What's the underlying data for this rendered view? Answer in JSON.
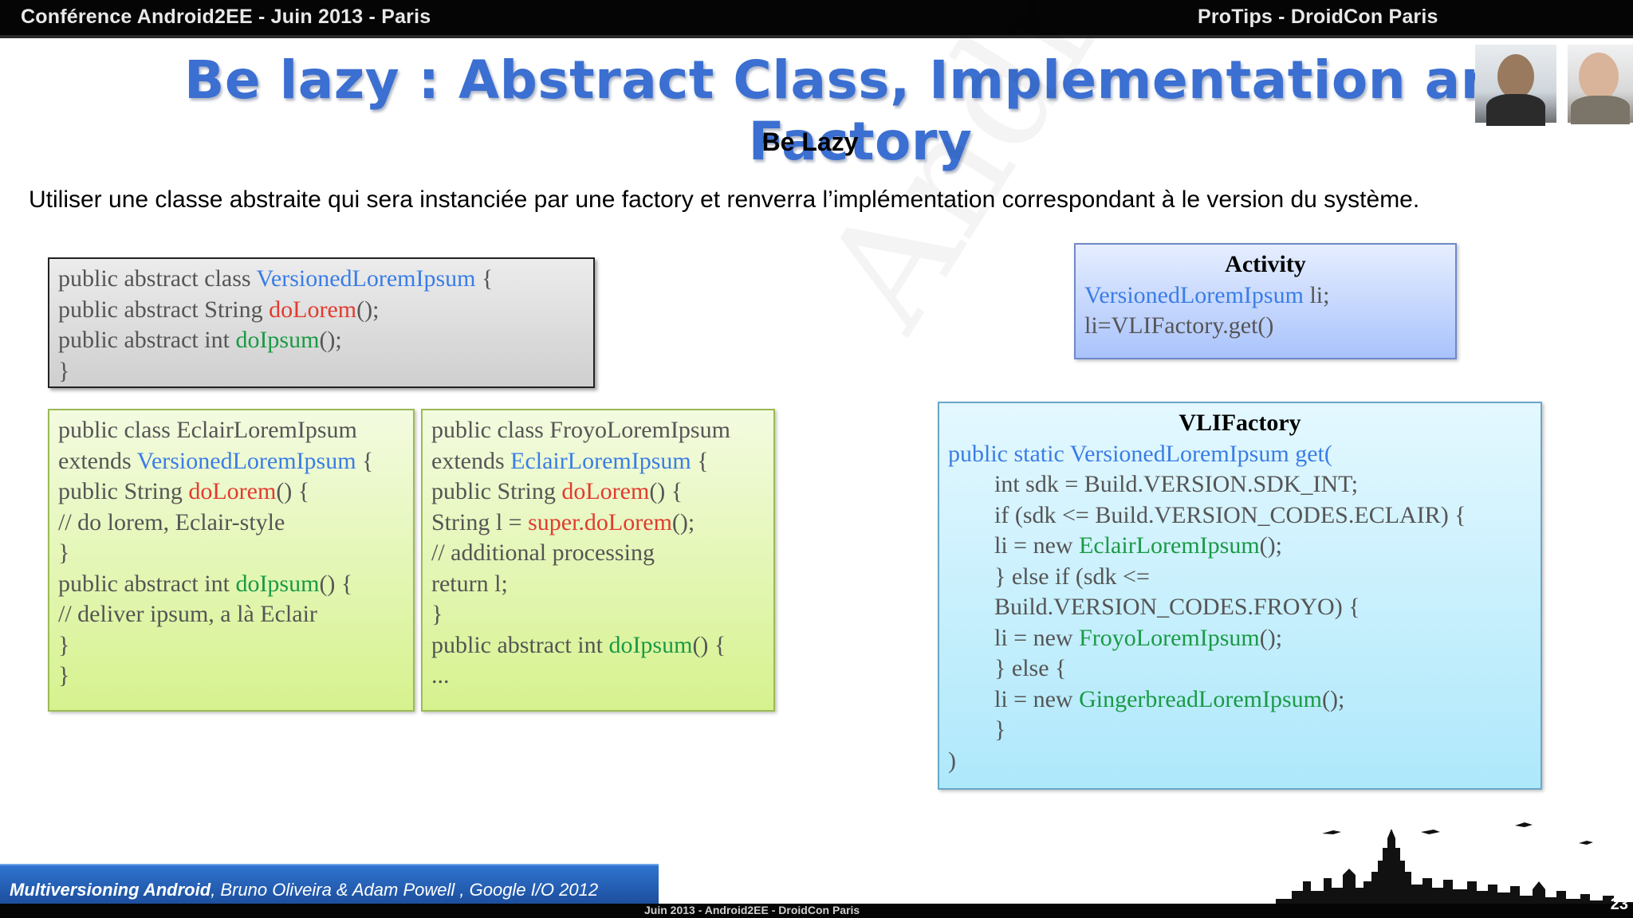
{
  "header": {
    "left_text": "Conférence Android2EE -  Juin 2013 - Paris",
    "right_text": "ProTips - DroidCon Paris"
  },
  "slide": {
    "title": "Be lazy : Abstract Class, Implementation and Factory",
    "subtitle": "Be Lazy",
    "description": "Utiliser une classe abstraite qui sera instanciée par une factory et renverra l’implémentation correspondant à le version du système."
  },
  "boxes": {
    "abstract": {
      "l1a": "public abstract class ",
      "l1b": "VersionedLoremIpsum",
      "l1c": " {",
      "l2a": "public abstract String ",
      "l2b": "doLorem",
      "l2c": "();",
      "l3a": "public abstract int ",
      "l3b": "doIpsum",
      "l3c": "();",
      "l4": "}"
    },
    "eclair": {
      "l1": "public class EclairLoremIpsum",
      "l2a": "extends ",
      "l2b": "VersionedLoremIpsum",
      "l2c": " {",
      "l3a": "public String ",
      "l3b": "doLorem",
      "l3c": "() {",
      "l4": "// do lorem, Eclair-style",
      "l5": "}",
      "l6a": "public abstract int ",
      "l6b": "doIpsum",
      "l6c": "() {",
      "l7": "// deliver ipsum, a là Eclair",
      "l8": "}",
      "l9": "}"
    },
    "froyo": {
      "l1": "public class FroyoLoremIpsum",
      "l2a": "extends ",
      "l2b": "EclairLoremIpsum",
      "l2c": " {",
      "l3a": "public String ",
      "l3b": "doLorem",
      "l3c": "() {",
      "l4a": "String l = ",
      "l4b": "super.doLorem",
      "l4c": "();",
      "l5": "// additional processing",
      "l6": "return l;",
      "l7": "}",
      "l8a": "public abstract int ",
      "l8b": "doIpsum",
      "l8c": "() {",
      "l9": "..."
    },
    "activity": {
      "heading": "Activity",
      "l1a": "VersionedLoremIpsum",
      "l1b": " li;",
      "l2": "li=VLIFactory.get()"
    },
    "factory": {
      "heading": "VLIFactory",
      "l1": "public static VersionedLoremIpsum get(",
      "l2": "int sdk = Build.VERSION.SDK_INT;",
      "l3": "if (sdk <= Build.VERSION_CODES.ECLAIR) {",
      "l4a": "li = new ",
      "l4b": "EclairLoremIpsum",
      "l4c": "();",
      "l5": "} else if (sdk <=",
      "l6": "Build.VERSION_CODES.FROYO) {",
      "l7a": "li = new ",
      "l7b": "FroyoLoremIpsum",
      "l7c": "();",
      "l8": "} else {",
      "l9a": "li = new ",
      "l9b": "GingerbreadLoremIpsum",
      "l9c": "();",
      "l10": "}",
      "l11": ")"
    }
  },
  "watermark": "Android2EE",
  "footer": {
    "bold": "Multiversioning Android",
    "rest": ", Bruno Oliveira  & Adam Powell , Google I/O 2012"
  },
  "bottom_bar": "Juin 2013 - Android2EE - DroidCon Paris",
  "page_number": "23",
  "icons": [
    "webcam-presenter-1",
    "webcam-presenter-2",
    "paris-skyline-logo"
  ]
}
